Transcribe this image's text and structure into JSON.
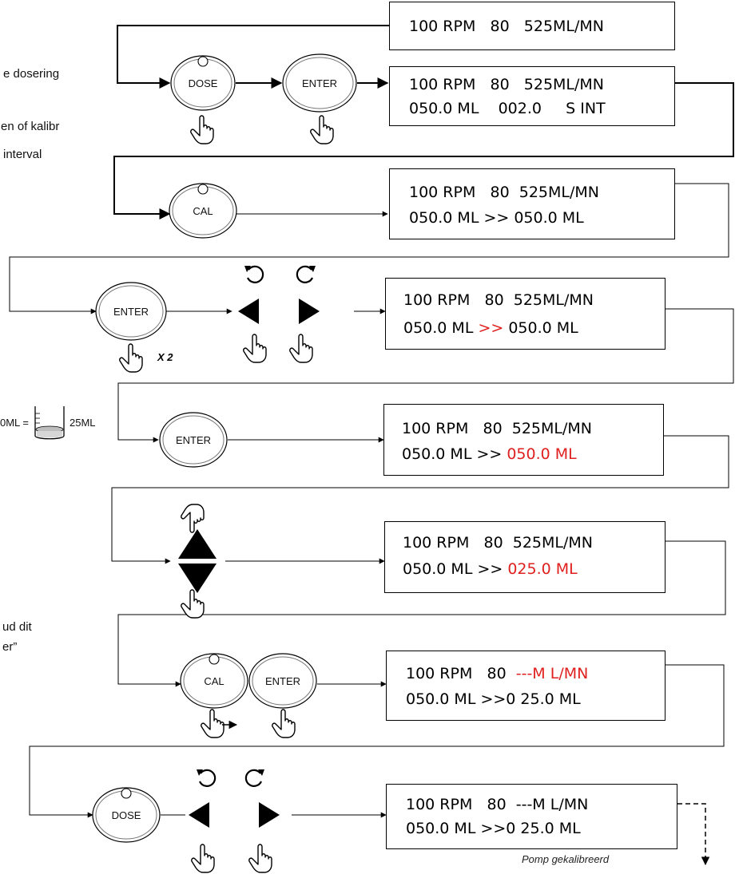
{
  "side_notes": [
    "e dosering",
    "en of kalibr",
    "interval",
    "ud dit",
    "er”"
  ],
  "buttons": {
    "dose": "DOSE",
    "enter": "ENTER",
    "cal": "CAL"
  },
  "multiplier": "X 2",
  "beaker": {
    "left": "0ML =",
    "right": "25ML"
  },
  "screens": [
    {
      "line1": "100 RPM   80   525ML/MN",
      "line2": ""
    },
    {
      "line1": "100 RPM   80   525ML/MN",
      "line2": "050.0 ML    002.0     S INT"
    },
    {
      "line1": "100 RPM   80  525ML/MN",
      "line2": "050.0 ML >> 050.0 ML"
    },
    {
      "line1": "100 RPM   80  525ML/MN",
      "line2_a": "050.0 ML ",
      "line2_b": ">>",
      "line2_c": " 050.0 ML"
    },
    {
      "line1": "100 RPM   80  525ML/MN",
      "line2_a": "050.0 ML >> ",
      "line2_b": "050.0 ML"
    },
    {
      "line1": "100 RPM   80  525ML/MN",
      "line2_a": "050.0 ML >> ",
      "line2_b": "025.0 ML"
    },
    {
      "line1_a": "100 RPM   80  ",
      "line1_b": "---M L/MN",
      "line2": "050.0 ML >>0 25.0 ML"
    },
    {
      "line1": "100 RPM   80  ---M L/MN",
      "line2": "050.0 ML >>0 25.0 ML"
    }
  ],
  "caption": "Pomp gekalibreerd",
  "colors": {
    "highlight": "#e0201e",
    "line": "#000000"
  }
}
